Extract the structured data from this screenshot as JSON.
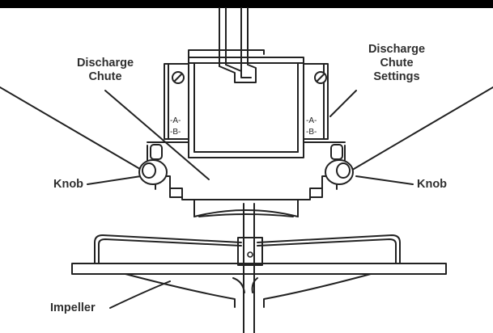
{
  "labels": {
    "discharge_chute": [
      "Discharge",
      "Chute"
    ],
    "discharge_chute_settings": [
      "Discharge",
      "Chute",
      "Settings"
    ],
    "knob_left": "Knob",
    "knob_right": "Knob",
    "impeller": "Impeller"
  },
  "setting_marks": {
    "left": [
      "-A-",
      "-B-"
    ],
    "right": [
      "-A-",
      "-B-"
    ]
  },
  "colors": {
    "line": "#222222",
    "label": "#2f2f2f",
    "background": "#ffffff"
  },
  "icons": [
    "screw-icon",
    "knob-icon"
  ]
}
